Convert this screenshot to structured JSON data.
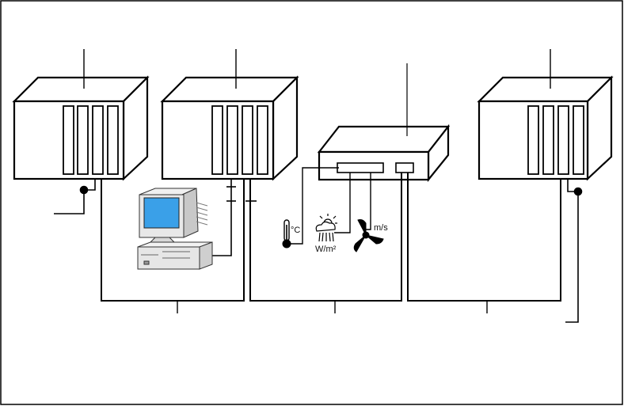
{
  "sensors": {
    "temperature": {
      "icon": "thermometer-icon",
      "unit": "°C"
    },
    "radiation": {
      "icon": "sun-cloud-radiation-icon",
      "unit": "W/m²"
    },
    "wind": {
      "icon": "anemometer-icon",
      "unit": "m/s"
    }
  },
  "devices": [
    {
      "name": "controller-rack-1",
      "icon": "rack-icon"
    },
    {
      "name": "controller-rack-2",
      "icon": "rack-icon"
    },
    {
      "name": "weather-station-box",
      "icon": "station-icon"
    },
    {
      "name": "controller-rack-3",
      "icon": "rack-icon"
    },
    {
      "name": "pc-workstation",
      "icon": "computer-icon"
    }
  ],
  "colors": {
    "line": "#000000",
    "screen": "#3aa0e8",
    "pc_body": "#e6e6e6"
  }
}
